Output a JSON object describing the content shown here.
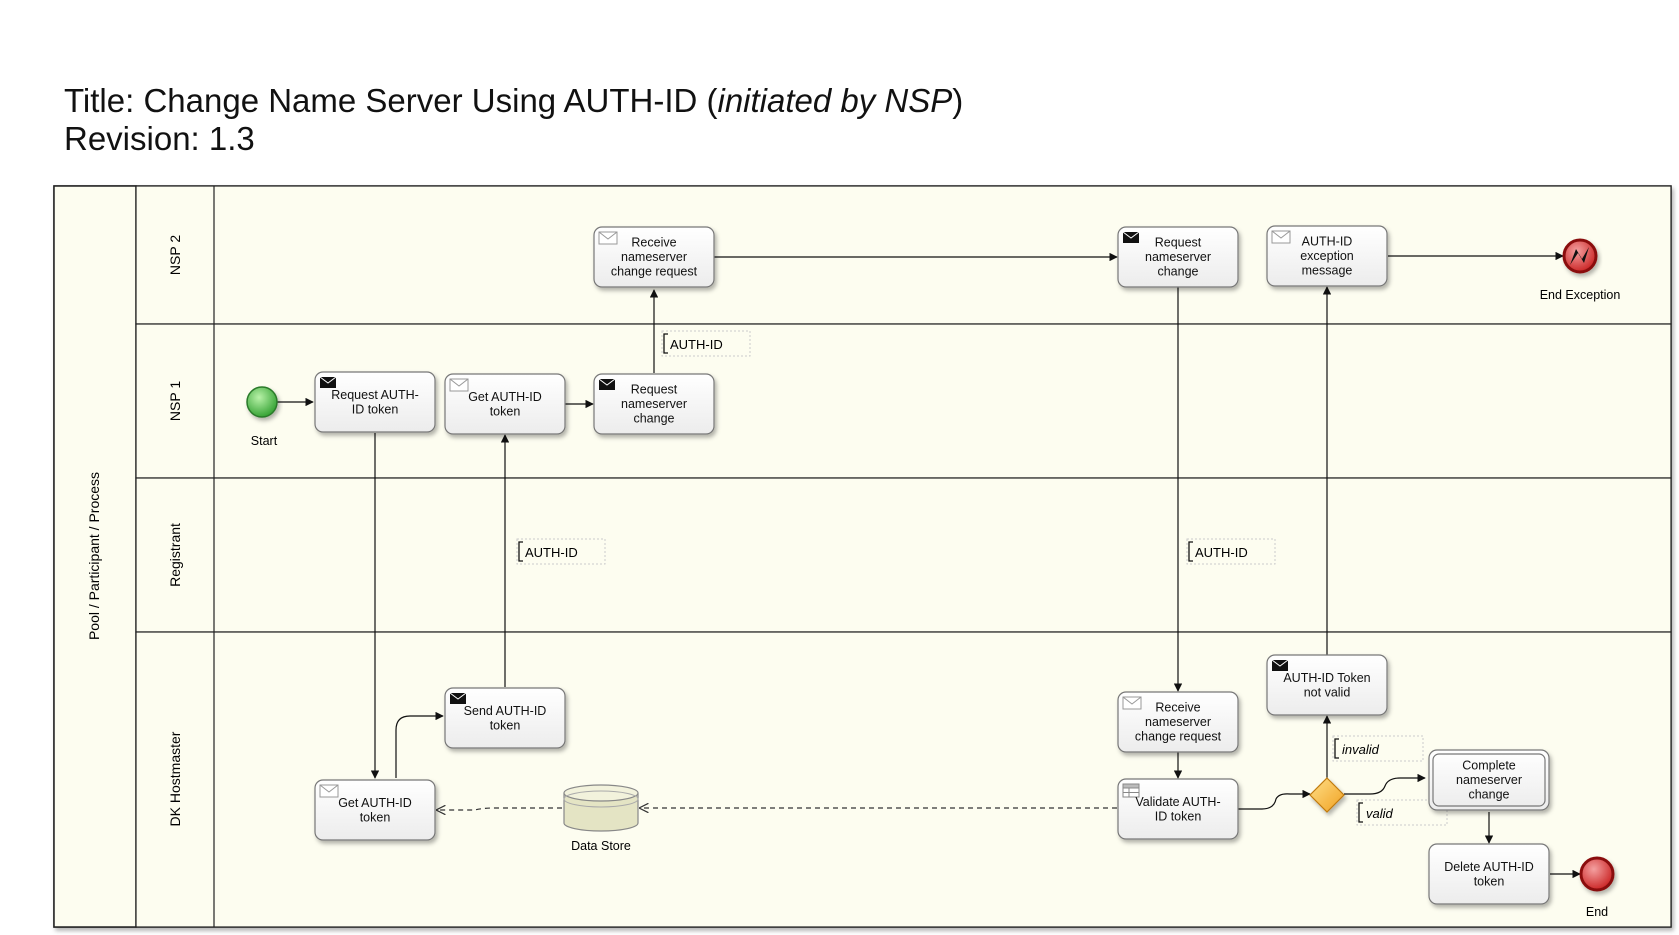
{
  "header": {
    "title_prefix": "Title: Change Name Server Using AUTH-ID (",
    "title_italic": "initiated by NSP",
    "title_suffix": ")",
    "revision": "Revision: 1.3"
  },
  "pool": {
    "label": "Pool / Participant / Process"
  },
  "lanes": [
    "NSP 2",
    "NSP 1",
    "Registrant",
    "DK Hostmaster"
  ],
  "tasks": {
    "receive_change_nsp2": [
      "Receive",
      "nameserver",
      "change request"
    ],
    "request_change_nsp2": [
      "Request",
      "nameserver",
      "change"
    ],
    "authid_exception_msg": [
      "AUTH-ID",
      "exception",
      "message"
    ],
    "request_authid": [
      "Request AUTH-",
      "ID token"
    ],
    "get_authid_nsp1": [
      "Get AUTH-ID",
      "token"
    ],
    "request_change_nsp1": [
      "Request",
      "nameserver",
      "change"
    ],
    "send_authid": [
      "Send AUTH-ID",
      "token"
    ],
    "get_authid_dk": [
      "Get AUTH-ID",
      "token"
    ],
    "receive_change_dk": [
      "Receive",
      "nameserver",
      "change request"
    ],
    "validate_authid": [
      "Validate AUTH-",
      "ID token"
    ],
    "authid_not_valid": [
      "AUTH-ID Token",
      "not valid"
    ],
    "complete_change": [
      "Complete",
      "nameserver",
      "change"
    ],
    "delete_authid": [
      "Delete AUTH-ID",
      "token"
    ]
  },
  "events": {
    "start": "Start",
    "end_exception": "End Exception",
    "end": "End"
  },
  "data_store": "Data Store",
  "annotations": {
    "authid_nsp1": "AUTH-ID",
    "authid_registrant_left": "AUTH-ID",
    "authid_registrant_right": "AUTH-ID",
    "invalid": "invalid",
    "valid": "valid"
  },
  "colors": {
    "lane_fill": "#fdfdf0",
    "task_fill": "#f7f7f7",
    "start_green": "#4cc44c",
    "end_red": "#c81e1e",
    "gateway_orange": "#f5a623",
    "datastore_fill": "#e4e4c4"
  }
}
